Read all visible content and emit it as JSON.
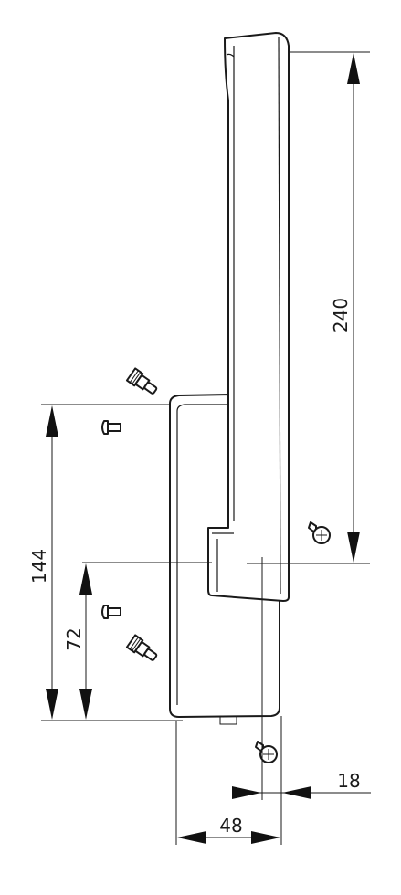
{
  "dimensions": {
    "height_total": "240",
    "height_outer": "144",
    "height_inner": "72",
    "width_total": "48",
    "offset": "18"
  },
  "colors": {
    "line": "#1a1a1a",
    "background": "#ffffff"
  },
  "icons": [
    "large-pin-screw-icon",
    "small-pin-screw-icon",
    "phillips-screw-icon"
  ]
}
